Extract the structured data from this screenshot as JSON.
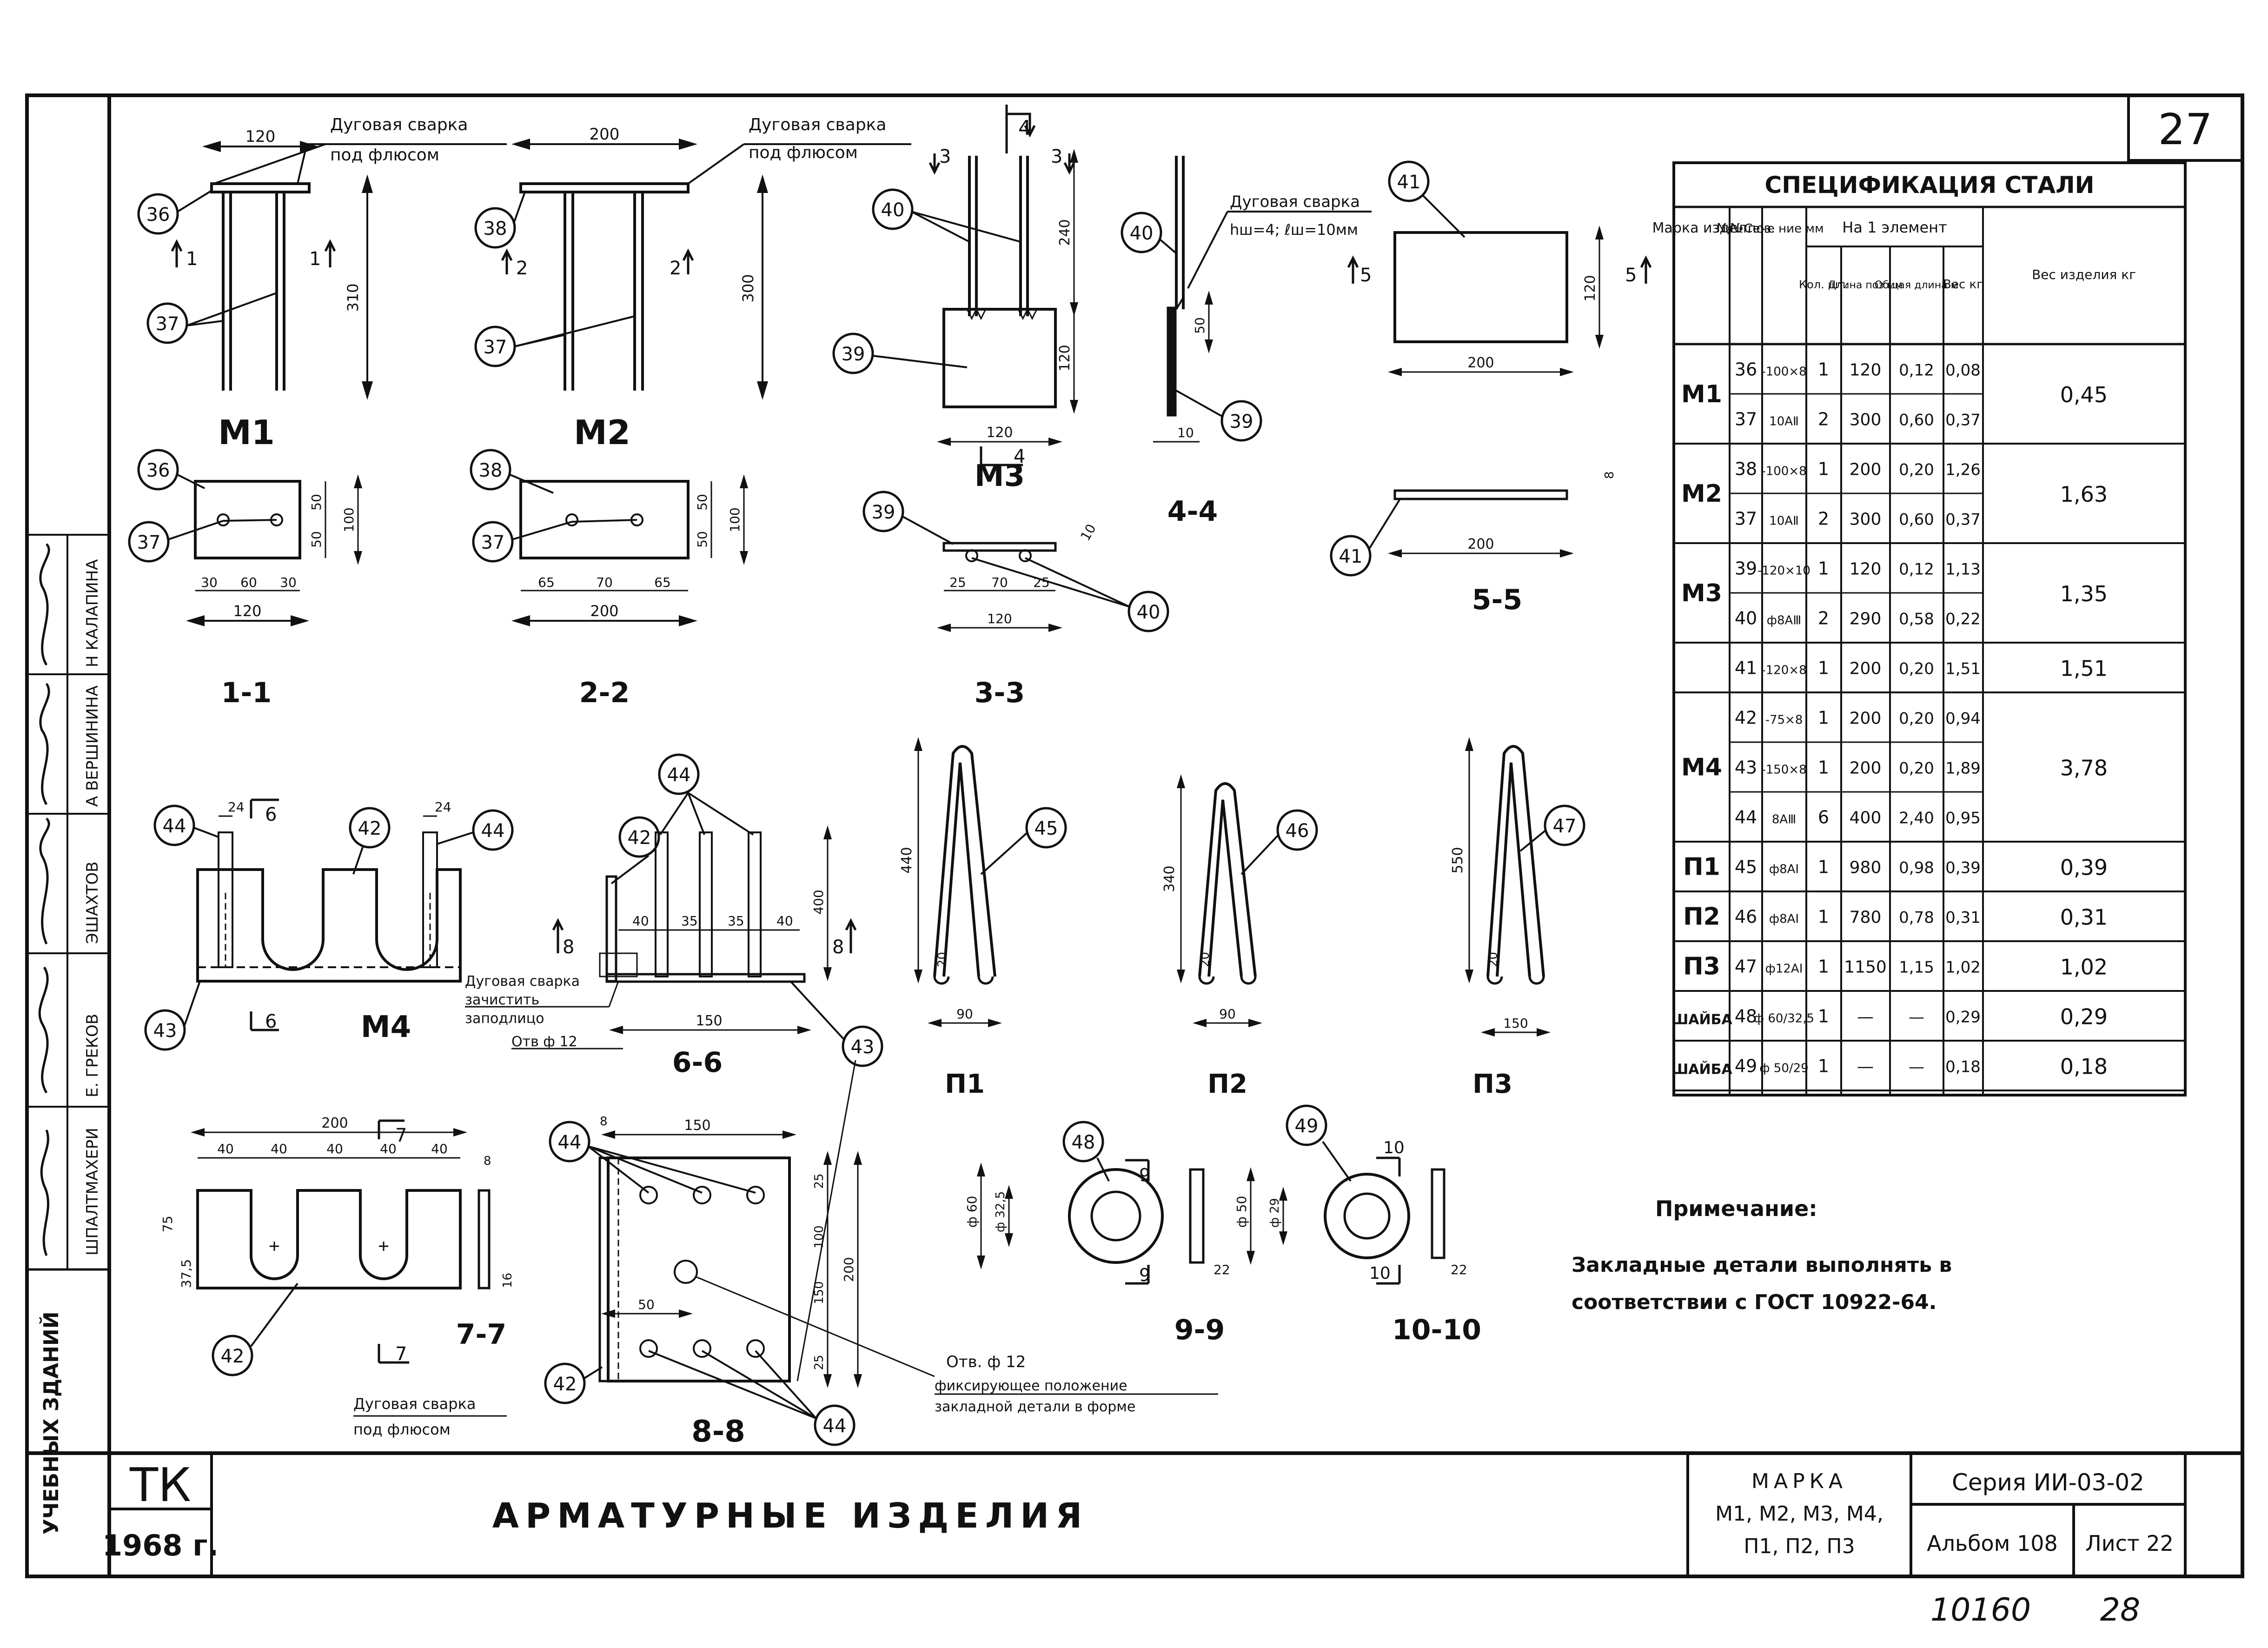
{
  "sheet": {
    "sheet_number_top": "27",
    "org": "ТК",
    "year": "1968 г.",
    "title": "АРМАТУРНЫЕ ИЗДЕЛИЯ",
    "marka_label": "МАРКА",
    "marka_line1": "М1, М2, М3, М4,",
    "marka_line2": "П1, П2, П3",
    "seriya": "Серия ИИ-03-02",
    "albom": "Альбом 108",
    "list": "Лист 22",
    "footer_num1": "10160",
    "footer_num2": "28"
  },
  "left_stamp": {
    "vertical_title": "УЧЕБНЫХ ЗДАНИЙ",
    "names": [
      "ШПАЛТМАХЕРИ",
      "Е. ГРЕКОВ",
      "ЭШАХТОВ",
      "А ВЕРШИНИНА",
      "Н КАЛАПИНА"
    ]
  },
  "spec": {
    "title": "СПЕЦИФИКАЦИЯ СТАЛИ",
    "headers": {
      "marka": "Марка издел.",
      "pos": "№№ поз.",
      "sech": "Сече ние мм",
      "na1": "На 1 элемент",
      "kol": "Кол. шт.",
      "dlina": "Длина поз мм",
      "obsh": "Общая длина м",
      "ves": "Вес кг",
      "ves_izd": "Вес изделия кг"
    },
    "rows": [
      [
        "36",
        "-100×8",
        "1",
        "120",
        "0,12",
        "0,08"
      ],
      [
        "37",
        "10АⅡ",
        "2",
        "300",
        "0,60",
        "0,37"
      ],
      [
        "38",
        "-100×8",
        "1",
        "200",
        "0,20",
        "1,26"
      ],
      [
        "37",
        "10АⅡ",
        "2",
        "300",
        "0,60",
        "0,37"
      ],
      [
        "39",
        "-120×10",
        "1",
        "120",
        "0,12",
        "1,13"
      ],
      [
        "40",
        "ф8АⅢ",
        "2",
        "290",
        "0,58",
        "0,22"
      ],
      [
        "41",
        "-120×8",
        "1",
        "200",
        "0,20",
        "1,51"
      ],
      [
        "42",
        "-75×8",
        "1",
        "200",
        "0,20",
        "0,94"
      ],
      [
        "43",
        "-150×8",
        "1",
        "200",
        "0,20",
        "1,89"
      ],
      [
        "44",
        "8АⅢ",
        "6",
        "400",
        "2,40",
        "0,95"
      ],
      [
        "45",
        "ф8АⅠ",
        "1",
        "980",
        "0,98",
        "0,39"
      ],
      [
        "46",
        "ф8АⅠ",
        "1",
        "780",
        "0,78",
        "0,31"
      ],
      [
        "47",
        "ф12АⅠ",
        "1",
        "1150",
        "1,15",
        "1,02"
      ],
      [
        "48",
        "ф 60/32,5",
        "1",
        "—",
        "—",
        "0,29"
      ],
      [
        "49",
        "ф 50/29",
        "1",
        "—",
        "—",
        "0,18"
      ]
    ],
    "marks": [
      "М1",
      "М2",
      "М3",
      "М4",
      "П1",
      "П2",
      "П3",
      "ШАЙБА",
      "ШАЙБА"
    ],
    "weights": [
      "0,45",
      "1,63",
      "1,35",
      "1,51",
      "3,78",
      "0,39",
      "0,31",
      "1,02",
      "0,29",
      "0,18"
    ]
  },
  "note": {
    "title": "Примечание:",
    "line1": "Закладные детали выполнять в",
    "line2": "соответствии с ГОСТ 10922-64."
  },
  "labels": {
    "m1": "М1",
    "m2": "М2",
    "m3": "М3",
    "m4": "М4",
    "p1": "П1",
    "p2": "П2",
    "p3": "П3",
    "s11": "1-1",
    "s22": "2-2",
    "s33": "3-3",
    "s44": "4-4",
    "s55": "5-5",
    "s66": "6-6",
    "s77": "7-7",
    "s88": "8-8",
    "s99": "9-9",
    "s1010": "10-10",
    "arc1": "Дуговая сварка",
    "arc1b": "под флюсом",
    "arc2": "Дуговая сварка",
    "arc2b": "под флюсом",
    "arc3": "Дуговая сварка",
    "arc3b": "hш=4; ℓш=10мм",
    "arc4": "Дуговая сварка",
    "arc4b": "зачистить",
    "arc4c": "заподлицо",
    "otv12a": "Отв ф 12",
    "arc5": "Дуговая сварка",
    "arc5b": "под флюсом",
    "otv12b": "Отв. ф 12",
    "fix1": "фиксирующее положение",
    "fix2": "закладной детали в форме"
  }
}
